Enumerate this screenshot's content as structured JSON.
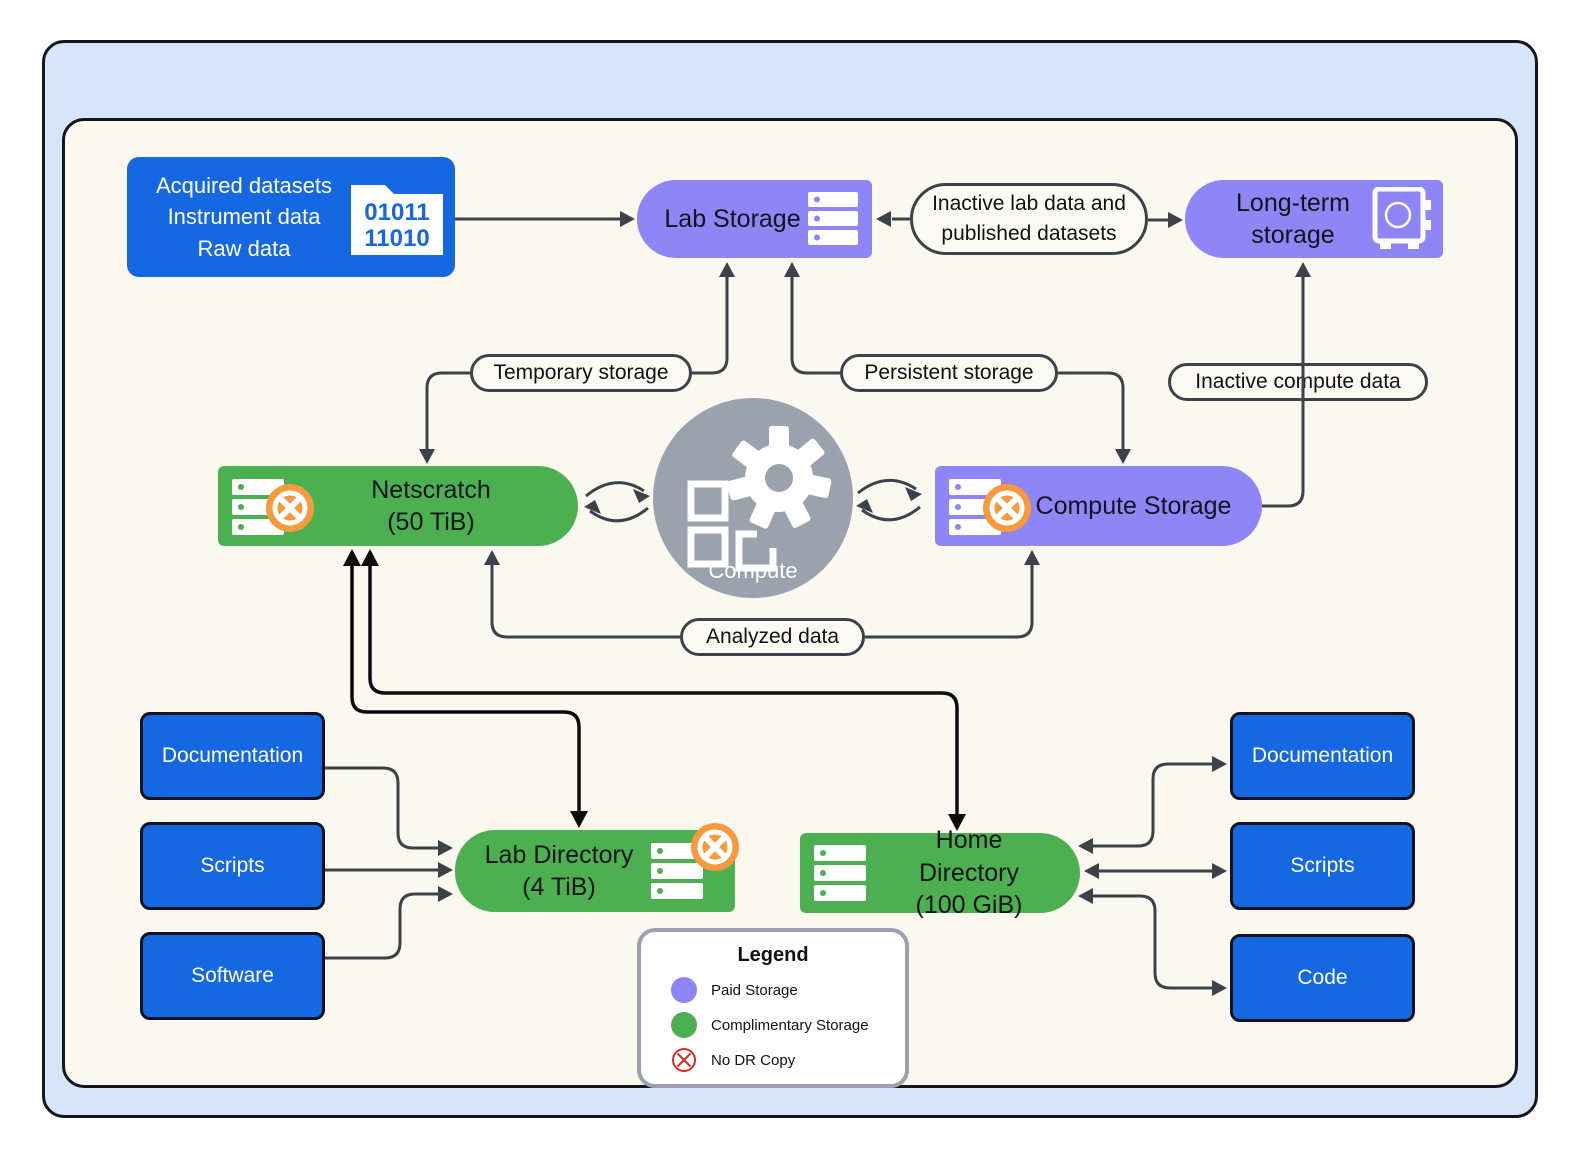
{
  "diagram": {
    "source_box": {
      "lines": [
        "Acquired datasets",
        "Instrument data",
        "Raw data"
      ],
      "folder_text": [
        "01011",
        "11010"
      ]
    },
    "nodes": {
      "lab_storage": {
        "label": "Lab Storage"
      },
      "long_term_storage": {
        "line1": "Long-term",
        "line2": "storage"
      },
      "netscratch": {
        "line1": "Netscratch",
        "line2": "(50 TiB)"
      },
      "compute": {
        "label": "Compute"
      },
      "compute_storage": {
        "label": "Compute Storage"
      },
      "lab_directory": {
        "line1": "Lab Directory",
        "line2": "(4 TiB)"
      },
      "home_directory": {
        "line1": "Home Directory",
        "line2": "(100 GiB)"
      }
    },
    "edge_labels": {
      "inactive_lab_line1": "Inactive lab data and",
      "inactive_lab_line2": "published datasets",
      "temporary": "Temporary storage",
      "persistent": "Persistent storage",
      "inactive_compute": "Inactive compute data",
      "analyzed": "Analyzed data"
    },
    "left_inputs": [
      {
        "label": "Documentation"
      },
      {
        "label": "Scripts"
      },
      {
        "label": "Software"
      }
    ],
    "right_inputs": [
      {
        "label": "Documentation"
      },
      {
        "label": "Scripts"
      },
      {
        "label": "Code"
      }
    ],
    "legend": {
      "title": "Legend",
      "items": [
        {
          "label": "Paid Storage",
          "color": "#8e85f7"
        },
        {
          "label": "Complimentary Storage",
          "color": "#4caf50"
        },
        {
          "label": "No DR Copy",
          "color": "#e02727"
        }
      ]
    },
    "colors": {
      "paid_storage_purple": "#8e85f7",
      "complimentary_green": "#4caf50",
      "input_blue": "#1568e2",
      "compute_gray": "#9aa2ae",
      "connector_slate": "#3b4249",
      "no_dr_orange": "#f79a3d",
      "outer_background": "#d7e5fa",
      "inner_background": "#faf8ef"
    }
  }
}
